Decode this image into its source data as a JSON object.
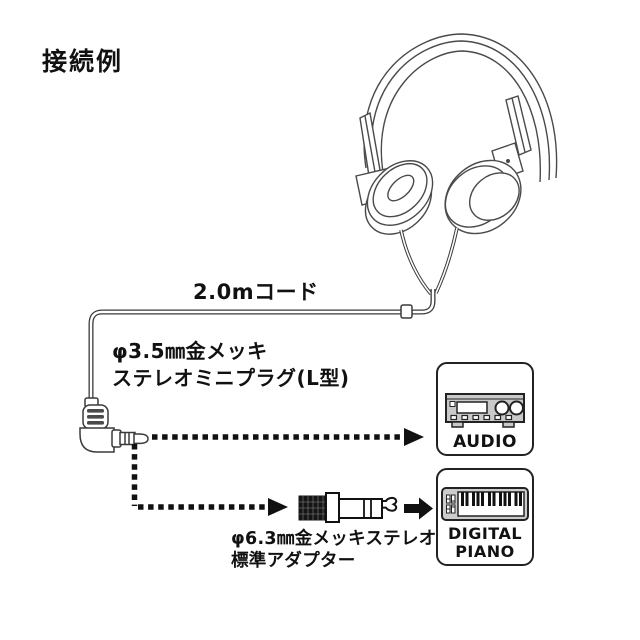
{
  "title": "接続例",
  "labels": {
    "cord": "2.0mコード",
    "mini_plug_line1": "φ3.5㎜金メッキ",
    "mini_plug_line2": "ステレオミニプラグ(L型)",
    "adapter_line1": "φ6.3㎜金メッキステレオ",
    "adapter_line2": "標準アダプター"
  },
  "devices": {
    "audio": {
      "label": "AUDIO",
      "icon": "stereo-receiver-icon"
    },
    "digital_piano": {
      "label_line1": "DIGITAL",
      "label_line2": "PIANO",
      "icon": "piano-keyboard-icon"
    }
  },
  "icons": {
    "headphones": "on-ear-headphones-line-art",
    "mini_plug": "l-type-3.5mm-mini-plug",
    "adapter": "6.3mm-standard-adapter-plug",
    "route_arrows": "dashed-route-arrows"
  },
  "colors": {
    "background": "#ffffff",
    "line_art": "#4a4a4a",
    "arrow": "#111111",
    "text": "#111111",
    "device_fill": "#c9c9c9",
    "box_border": "#222222"
  }
}
